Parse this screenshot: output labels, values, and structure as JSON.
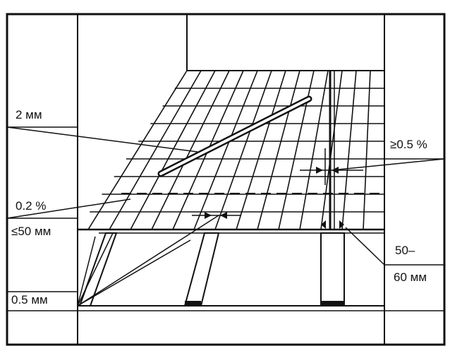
{
  "labels": {
    "thickness": "2 мм",
    "slope_cross": "0.2 %",
    "spacing": "≤50 мм",
    "gap": "0.5 мм",
    "slope_long": "≥0.5 %",
    "joint_top": "50–",
    "joint_bottom": "60 мм"
  }
}
